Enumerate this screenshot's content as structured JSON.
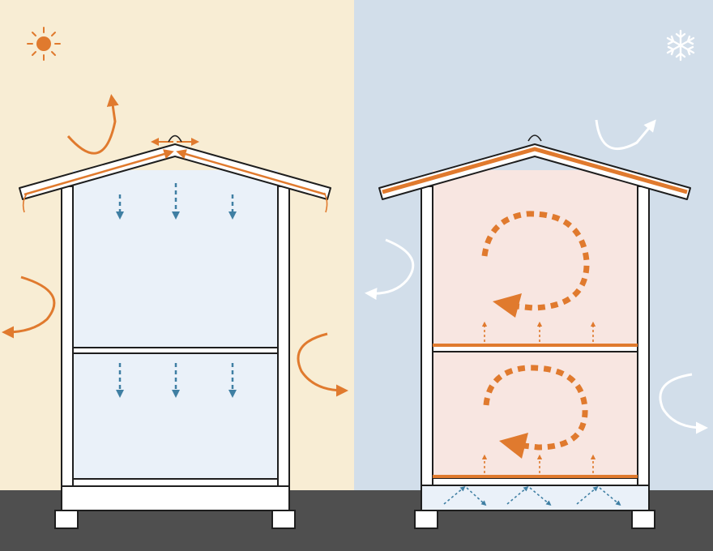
{
  "panels": [
    {
      "id": "summer",
      "season": "summer",
      "icon": "sun-icon"
    },
    {
      "id": "winter",
      "season": "winter",
      "icon": "snowflake-icon"
    }
  ],
  "colors": {
    "summer_bg": "#F8EDD4",
    "winter_bg": "#D2DEEA",
    "ground": "#4F4F4F",
    "accent_orange": "#E07A2E",
    "cool_interior": "#EAF1F9",
    "warm_interior": "#F8E6E1",
    "cool_arrow": "#3F7FA3",
    "outline": "#1E1E1E",
    "white": "#FFFFFF"
  }
}
